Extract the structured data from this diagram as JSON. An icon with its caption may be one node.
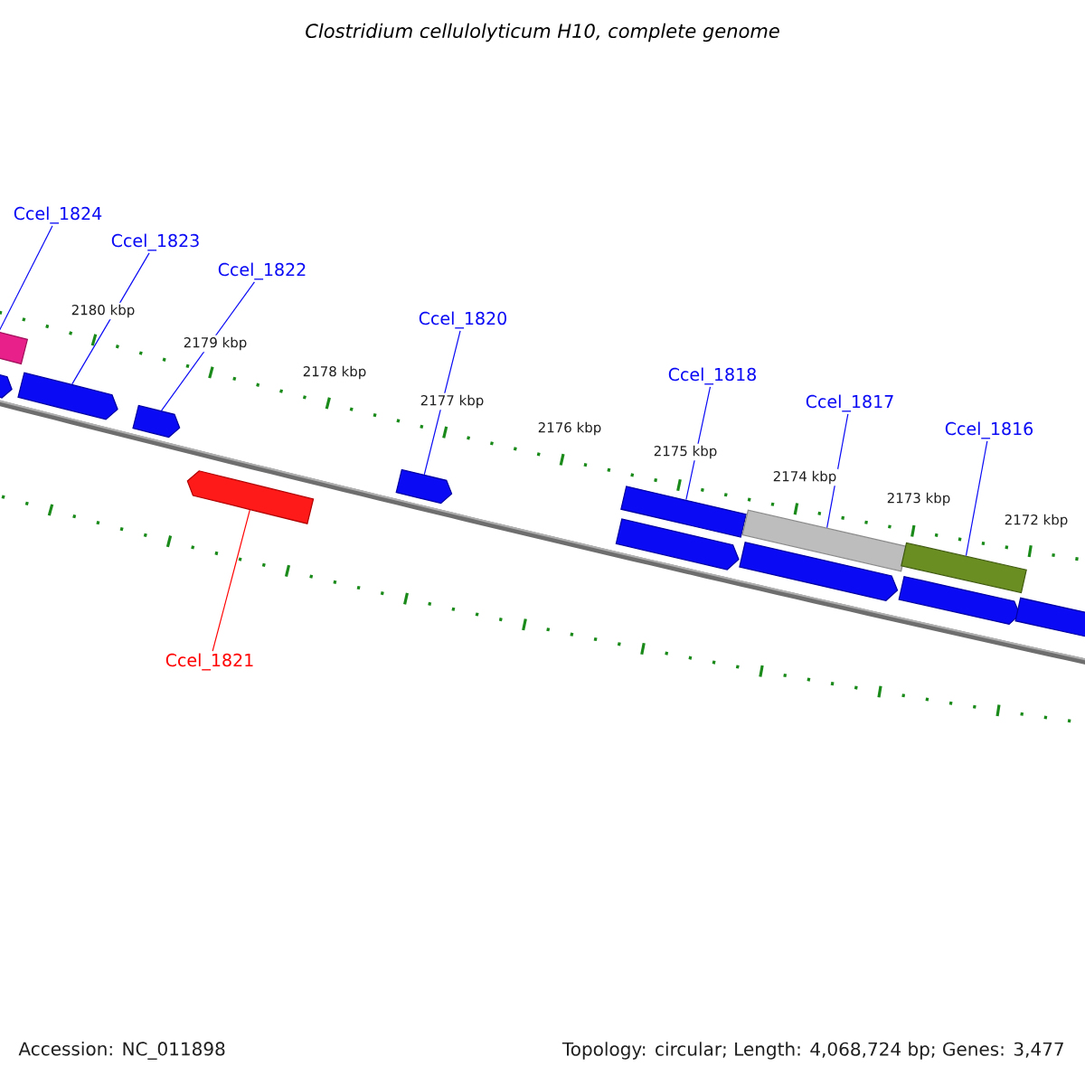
{
  "diagram": {
    "title": "Clostridium cellulolyticum H10, complete genome",
    "nodes": [
      {
        "text": [
          "Ccel_1824"
        ]
      },
      {
        "text": [
          "Ccel_1823"
        ]
      },
      {
        "text": [
          "Ccel_1822"
        ]
      },
      {
        "text": [
          "Ccel_1820"
        ]
      },
      {
        "text": [
          "Ccel_1818"
        ]
      },
      {
        "text": [
          "Ccel_1817"
        ]
      },
      {
        "text": [
          "Ccel_1816"
        ]
      },
      {
        "text": [
          "Ccel_1821"
        ]
      },
      {
        "text": [],
        "shape": "bar"
      },
      {
        "text": [],
        "shape": "pentagon"
      },
      {
        "text": [],
        "shape": "pentagon"
      },
      {
        "text": [],
        "shape": "pentagon"
      },
      {
        "text": [],
        "shape": "pentagon"
      },
      {
        "text": [],
        "shape": "pentagon"
      },
      {
        "text": [],
        "shape": "bar"
      },
      {
        "text": [],
        "shape": "pentagon"
      },
      {
        "text": [],
        "shape": "bar"
      },
      {
        "text": [],
        "shape": "pentagon"
      },
      {
        "text": [],
        "shape": "bar"
      },
      {
        "text": [],
        "shape": "pentagon"
      },
      {
        "text": [],
        "shape": "pentagon"
      }
    ],
    "edges": [
      {
        "from": 0,
        "to": 8,
        "arrow": "none"
      },
      {
        "from": 1,
        "to": 10,
        "arrow": "none"
      },
      {
        "from": 2,
        "to": 11,
        "arrow": "none"
      },
      {
        "from": 3,
        "to": 13,
        "arrow": "none"
      },
      {
        "from": 4,
        "to": 14,
        "arrow": "none"
      },
      {
        "from": 5,
        "to": 16,
        "arrow": "none"
      },
      {
        "from": 6,
        "to": 18,
        "arrow": "none"
      },
      {
        "from": 7,
        "to": 12,
        "arrow": "none",
        "color": "#ff0000"
      }
    ],
    "labels": [
      "2180 kbp",
      "2179 kbp",
      "2178 kbp",
      "2177 kbp",
      "2176 kbp",
      "2175 kbp",
      "2174 kbp",
      "2173 kbp",
      "2172 kbp",
      "Accession: NC_011898",
      "Topology: circular; Length: 4,068,724 bp; Genes: 3,477"
    ]
  }
}
